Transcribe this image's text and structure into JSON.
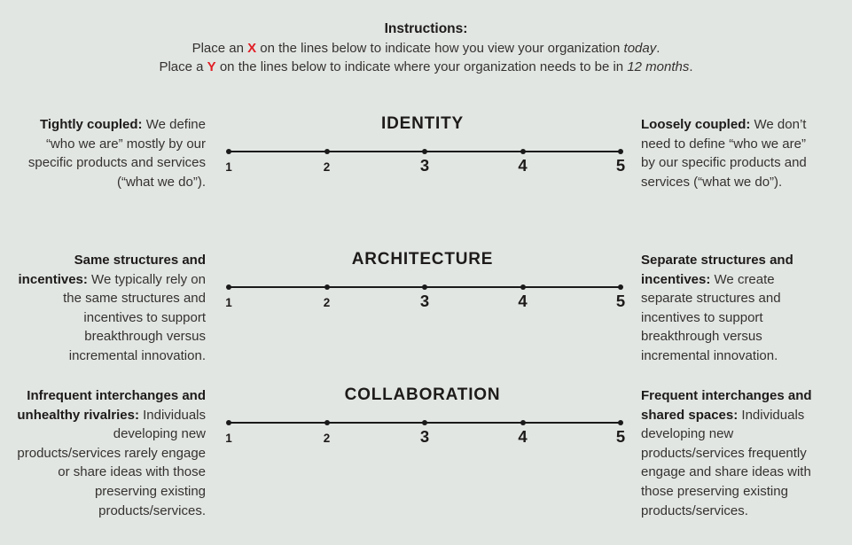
{
  "colors": {
    "background": "#e2e6e3",
    "text": "#34322f",
    "heading": "#1d1b1a",
    "marker_red": "#e01e25",
    "line": "#1a1a1a"
  },
  "instructions": {
    "title": "Instructions:",
    "line1": {
      "prefix": "Place an ",
      "marker": "X",
      "middle": " on the lines below to indicate how you view your organization ",
      "italic": "today",
      "suffix": "."
    },
    "line2": {
      "prefix": "Place a ",
      "marker": "Y",
      "middle": " on the lines below to indicate where your organization needs to be in ",
      "italic": "12 months",
      "suffix": "."
    }
  },
  "scales": [
    {
      "title": "IDENTITY",
      "left": {
        "lead": "Tightly coupled:",
        "body": " We define “who we are” mostly by our specific products and services (“what we do”)."
      },
      "right": {
        "lead": "Loosely coupled:",
        "body": " We don’t need to define “who we are” by our specific products and services (“what we do”)."
      },
      "ticks": [
        "1",
        "2",
        "3",
        "4",
        "5"
      ]
    },
    {
      "title": "ARCHITECTURE",
      "left": {
        "lead": "Same structures and incentives:",
        "body": " We typically rely on the same structures and incentives to support breakthrough versus incremental innovation."
      },
      "right": {
        "lead": "Separate structures and incentives:",
        "body": " We create separate structures and incentives to support breakthrough versus incremental innovation."
      },
      "ticks": [
        "1",
        "2",
        "3",
        "4",
        "5"
      ]
    },
    {
      "title": "COLLABORATION",
      "left": {
        "lead": "Infrequent interchanges and unhealthy rivalries:",
        "body": " Individuals developing new products/services rarely engage or share ideas with those preserving existing products/services."
      },
      "right": {
        "lead": "Frequent interchanges and shared spaces:",
        "body": " Individuals developing new products/services frequently engage and share ideas with those preserving existing products/services."
      },
      "ticks": [
        "1",
        "2",
        "3",
        "4",
        "5"
      ]
    }
  ]
}
